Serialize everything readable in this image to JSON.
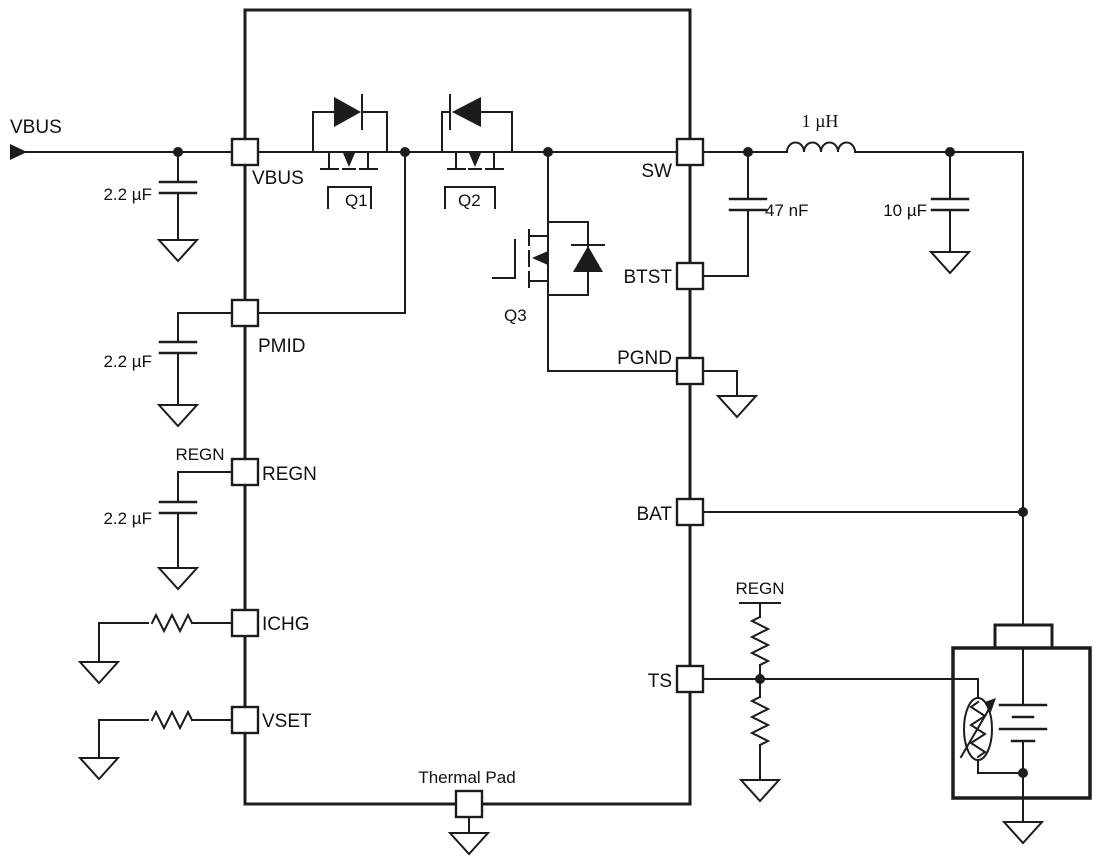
{
  "schematic": {
    "source": {
      "label": "VBUS"
    },
    "pins": {
      "vbus": "VBUS",
      "pmid": "PMID",
      "regn": "REGN",
      "ichg": "ICHG",
      "vset": "VSET",
      "sw": "SW",
      "btst": "BTST",
      "pgnd": "PGND",
      "bat": "BAT",
      "ts": "TS",
      "thermal_pad": "Thermal Pad"
    },
    "transistors": {
      "q1": "Q1",
      "q2": "Q2",
      "q3": "Q3"
    },
    "passives": {
      "input_cap": "2.2 µF",
      "pmid_cap": "2.2 µF",
      "regn_cap": "2.2 µF",
      "bootstrap_cap": "47 nF",
      "output_cap": "10 µF",
      "inductor": "1 µH"
    },
    "nets": {
      "regn_bypass": "REGN",
      "regn_pullup": "REGN"
    },
    "colors": {
      "line": "#1c1c1c",
      "background": "#ffffff"
    }
  }
}
